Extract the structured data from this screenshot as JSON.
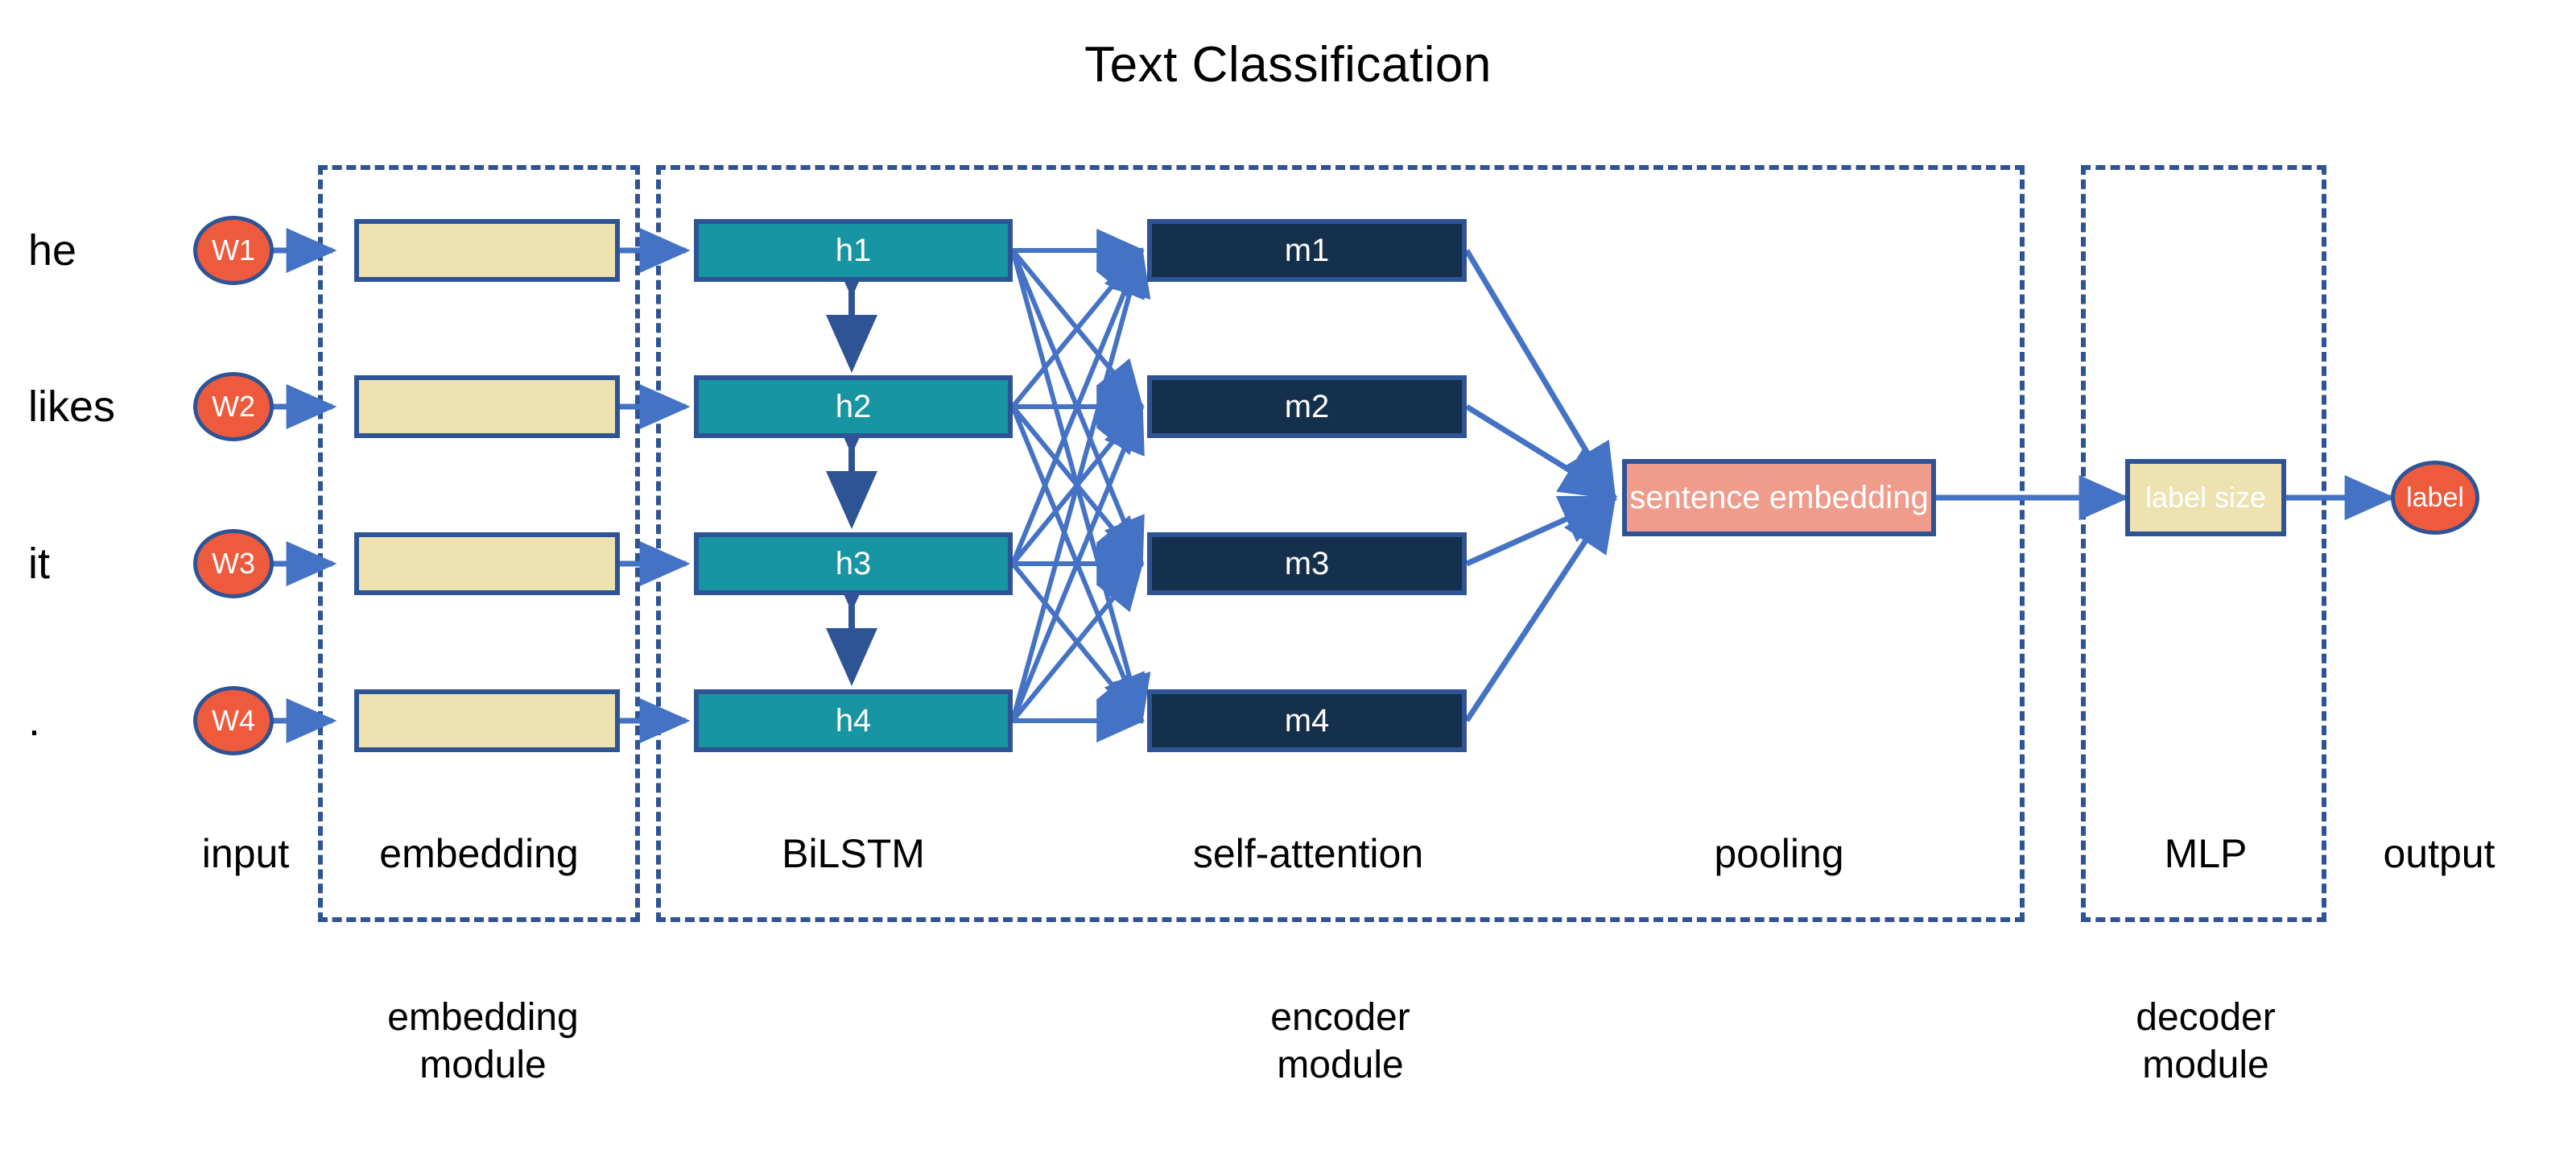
{
  "title": "Text Classification",
  "colors": {
    "accent_blue": "#2E5496",
    "arrow_blue": "#4472C4",
    "teal": "#1795A3",
    "navy": "#15304C",
    "khaki": "#EDE2B0",
    "salmon": "#F09C8C",
    "orange": "#EE5A3C",
    "text_dark": "#000000",
    "text_light": "#FFFFFF"
  },
  "input_words": [
    {
      "word": "he",
      "token": "W1"
    },
    {
      "word": "likes",
      "token": "W2"
    },
    {
      "word": "it",
      "token": "W3"
    },
    {
      "word": ".",
      "token": "W4"
    }
  ],
  "embedding_boxes": [
    "",
    "",
    "",
    ""
  ],
  "bilstm_boxes": [
    "h1",
    "h2",
    "h3",
    "h4"
  ],
  "attention_boxes": [
    "m1",
    "m2",
    "m3",
    "m4"
  ],
  "pooling_box": "sentence embedding",
  "mlp_box": "label size",
  "output_node": "label",
  "stage_labels": [
    "input",
    "embedding",
    "BiLSTM",
    "self-attention",
    "pooling",
    "MLP",
    "output"
  ],
  "module_captions": [
    "embedding\nmodule",
    "encoder\nmodule",
    "decoder\nmodule"
  ],
  "module_captions_lines": {
    "embedding": {
      "l1": "embedding",
      "l2": "module"
    },
    "encoder": {
      "l1": "encoder",
      "l2": "module"
    },
    "decoder": {
      "l1": "decoder",
      "l2": "module"
    }
  },
  "chart_data": {
    "type": "diagram",
    "title": "Text Classification",
    "description": "Neural text classification architecture: input tokens -> embedding -> BiLSTM -> self-attention -> pooling -> MLP -> output label",
    "layers": [
      {
        "name": "input",
        "nodes": [
          "he",
          "likes",
          "it",
          "."
        ]
      },
      {
        "name": "tokens",
        "nodes": [
          "W1",
          "W2",
          "W3",
          "W4"
        ]
      },
      {
        "name": "embedding",
        "nodes": [
          "",
          "",
          "",
          ""
        ]
      },
      {
        "name": "BiLSTM",
        "nodes": [
          "h1",
          "h2",
          "h3",
          "h4"
        ]
      },
      {
        "name": "self-attention",
        "nodes": [
          "m1",
          "m2",
          "m3",
          "m4"
        ]
      },
      {
        "name": "pooling",
        "nodes": [
          "sentence embedding"
        ]
      },
      {
        "name": "MLP",
        "nodes": [
          "label size"
        ]
      },
      {
        "name": "output",
        "nodes": [
          "label"
        ]
      }
    ],
    "connections": {
      "bilstm_internal": "bidirectional vertical arrows between h1-h2, h2-h3, h3-h4",
      "attention": "fully connected: every h_i connects to every m_j (16 edges)",
      "pooling": "all m1..m4 converge into sentence embedding"
    },
    "modules": [
      {
        "label": "embedding module",
        "contains": [
          "embedding"
        ]
      },
      {
        "label": "encoder module",
        "contains": [
          "BiLSTM",
          "self-attention",
          "pooling"
        ]
      },
      {
        "label": "decoder module",
        "contains": [
          "MLP"
        ]
      }
    ]
  }
}
